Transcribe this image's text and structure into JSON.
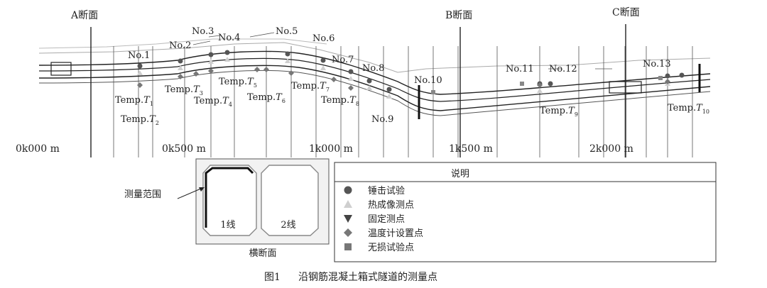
{
  "sections": [
    {
      "label": "A断面"
    },
    {
      "label": "B断面"
    },
    {
      "label": "C断面"
    }
  ],
  "points_no": [
    "No.1",
    "No.2",
    "No.3",
    "No.4",
    "No.5",
    "No.6",
    "No.7",
    "No.8",
    "No.9",
    "No.10",
    "No.11",
    "No.12",
    "No.13"
  ],
  "temps": [
    {
      "sub": "1"
    },
    {
      "sub": "2"
    },
    {
      "sub": "3"
    },
    {
      "sub": "4"
    },
    {
      "sub": "5"
    },
    {
      "sub": "6"
    },
    {
      "sub": "7"
    },
    {
      "sub": "8"
    },
    {
      "sub": "9"
    },
    {
      "sub": "10"
    }
  ],
  "temp_prefix": "Temp.",
  "temp_var": "T",
  "distances": [
    "0k000 m",
    "0k500 m",
    "1k000 m",
    "1k500 m",
    "2k000 m"
  ],
  "cross_section": {
    "title": "横断面",
    "line1": "1线",
    "line2": "2线",
    "range_label": "测量范围"
  },
  "legend": {
    "title": "说明",
    "items": [
      {
        "marker": "circle",
        "color": "#555555",
        "label": "锤击试验"
      },
      {
        "marker": "triangle-up",
        "color": "#cfcfcf",
        "label": "热成像测点"
      },
      {
        "marker": "triangle-down",
        "color": "#444444",
        "label": "固定测点"
      },
      {
        "marker": "diamond",
        "color": "#777777",
        "label": "温度计设置点"
      },
      {
        "marker": "square",
        "color": "#777777",
        "label": "无损试验点"
      }
    ]
  },
  "caption": {
    "num": "图1",
    "text": "沿钢筋混凝土箱式隧道的测量点"
  }
}
